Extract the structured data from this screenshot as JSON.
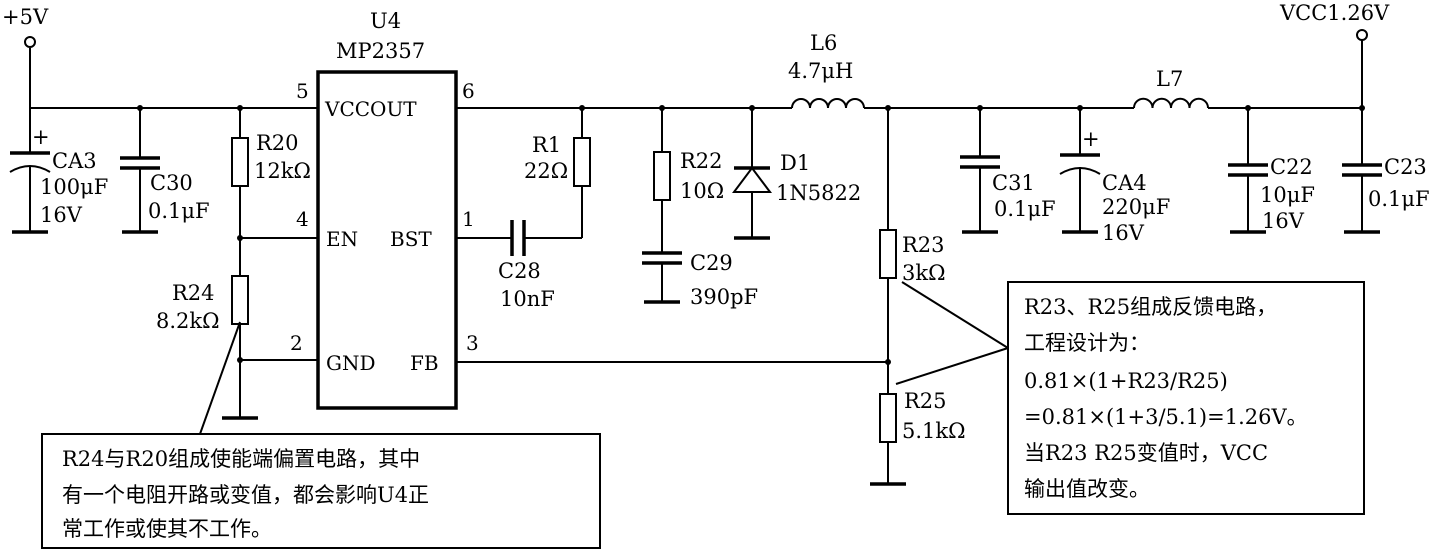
{
  "nets": {
    "vin": "+5V",
    "vout": "VCC1.26V"
  },
  "ic": {
    "ref": "U4",
    "part": "MP2357",
    "pins": {
      "vccout": "VCCOUT",
      "en": "EN",
      "bst": "BST",
      "gnd": "GND",
      "fb": "FB"
    },
    "pin_numbers": {
      "vccout": "5",
      "out": "6",
      "en": "4",
      "bst": "1",
      "gnd": "2",
      "fb": "3"
    }
  },
  "components": {
    "ca3": {
      "ref": "CA3",
      "value": "100μF",
      "rating": "16V",
      "polarity": "+"
    },
    "c30": {
      "ref": "C30",
      "value": "0.1μF"
    },
    "r20": {
      "ref": "R20",
      "value": "12kΩ"
    },
    "r24": {
      "ref": "R24",
      "value": "8.2kΩ"
    },
    "r1": {
      "ref": "R1",
      "value": "22Ω"
    },
    "c28": {
      "ref": "C28",
      "value": "10nF"
    },
    "r22": {
      "ref": "R22",
      "value": "10Ω"
    },
    "c29": {
      "ref": "C29",
      "value": "390pF"
    },
    "d1": {
      "ref": "D1",
      "value": "1N5822"
    },
    "l6": {
      "ref": "L6",
      "value": "4.7μH"
    },
    "l7": {
      "ref": "L7"
    },
    "r23": {
      "ref": "R23",
      "value": "3kΩ"
    },
    "r25": {
      "ref": "R25",
      "value": "5.1kΩ"
    },
    "c31": {
      "ref": "C31",
      "value": "0.1μF"
    },
    "ca4": {
      "ref": "CA4",
      "value": "220μF",
      "rating": "16V",
      "polarity": "+"
    },
    "c22": {
      "ref": "C22",
      "value": "10μF",
      "rating": "16V"
    },
    "c23": {
      "ref": "C23",
      "value": "0.1μF"
    }
  },
  "notes": {
    "enable": [
      "R24与R20组成使能端偏置电路，其中",
      "有一个电阻开路或变值，都会影响U4正",
      "常工作或使其不工作。"
    ],
    "feedback": [
      "R23、R25组成反馈电路，",
      "工程设计为：",
      "0.81×(1+R23/R25)",
      "=0.81×(1+3/5.1)=1.26V。",
      "当R23  R25变值时，VCC",
      "输出值改变。"
    ]
  }
}
